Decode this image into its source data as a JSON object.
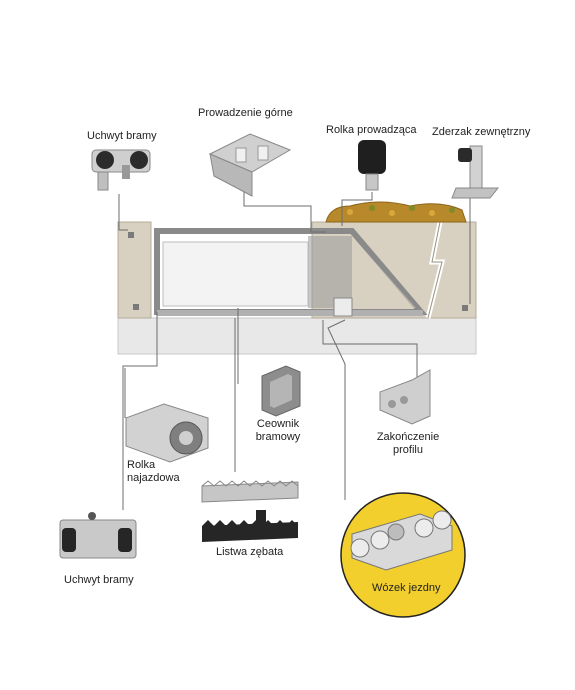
{
  "labels": {
    "uchwyt_top": "Uchwyt bramy",
    "prowadzenie": "Prowadzenie górne",
    "rolka_prowadzaca": "Rolka prowadząca",
    "zderzak": "Zderzak zewnętrzny",
    "ceownik_1": "Ceownik",
    "ceownik_2": "bramowy",
    "zakonczenie_1": "Zakończenie",
    "zakonczenie_2": "profilu",
    "rolka_naj_1": "Rolka",
    "rolka_naj_2": "najazdowa",
    "listwa": "Listwa zębata",
    "uchwyt_bottom": "Uchwyt bramy",
    "wozek": "Wózek jezdny"
  },
  "colors": {
    "wall": "#d8d0c0",
    "ground": "#e8e8e8",
    "frame": "#8a8a8a",
    "glass": "#f3f3f3",
    "highlight": "#f2cf2c",
    "hedge": "#b8892a",
    "leader": "#6d6d6d"
  },
  "icons": {
    "gate_bracket": "gate-bracket-icon",
    "top_guide": "top-guide-icon",
    "guide_roller": "guide-roller-icon",
    "stopper": "external-stopper-icon",
    "channel": "channel-profile-icon",
    "end_cap": "end-cap-icon",
    "entry_roller": "entry-roller-icon",
    "gear_rack": "gear-rack-icon",
    "carriage": "carriage-icon"
  }
}
